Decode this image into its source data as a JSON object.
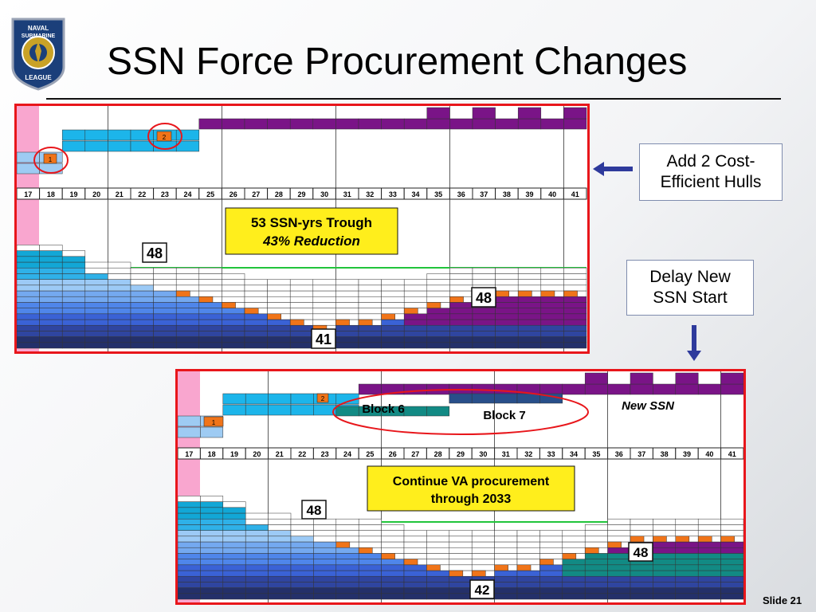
{
  "logo": {
    "line1": "NAVAL",
    "line2": "SUBMARINE",
    "line3": "LEAGUE"
  },
  "title": "SSN Force Procurement Changes",
  "years": [
    "17",
    "18",
    "19",
    "20",
    "21",
    "22",
    "23",
    "24",
    "25",
    "26",
    "27",
    "28",
    "29",
    "30",
    "31",
    "32",
    "33",
    "34",
    "35",
    "36",
    "37",
    "38",
    "39",
    "40",
    "41"
  ],
  "top_panel": {
    "trough_line1": "53 SSN-yrs Trough",
    "trough_line2": "43% Reduction",
    "badge_high": "48",
    "badge_right": "48",
    "badge_low": "41",
    "circle_one": "1",
    "circle_two": "2"
  },
  "bottom_panel": {
    "note_line1": "Continue VA procurement",
    "note_line2": "through 2033",
    "block6": "Block 6",
    "block7": "Block 7",
    "new_ssn": "New SSN",
    "badge_high": "48",
    "badge_right": "48",
    "badge_low": "42",
    "small_1": "1",
    "small_2": "2"
  },
  "callouts": {
    "add_line1": "Add 2 Cost-",
    "add_line2": "Efficient Hulls",
    "delay_line1": "Delay New",
    "delay_line2": "SSN Start"
  },
  "slide": "Slide 21",
  "colors": {
    "frame": "#e8161b",
    "purple": "#7a1487",
    "cyan": "#1cb5ea",
    "orange": "#f07419",
    "teal": "#128a84",
    "navy": "#284f8a",
    "trough_box": "#ffee1c",
    "arrow": "#2e3a9c"
  }
}
